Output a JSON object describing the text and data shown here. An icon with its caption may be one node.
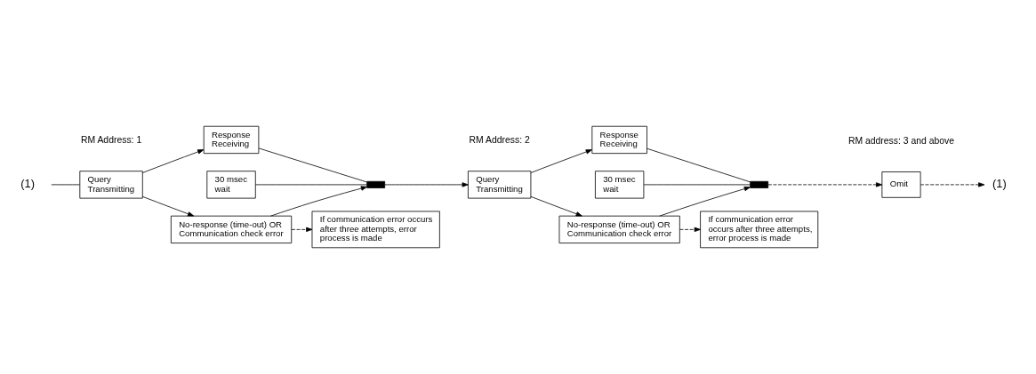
{
  "diagram": {
    "nodes": [
      {
        "text": [
          "(1)"
        ]
      },
      {
        "text": [
          "Query Transmitting"
        ]
      },
      {
        "text": [
          "Response Receiving"
        ]
      },
      {
        "text": [
          "No-response (time-out) OR Communication check error"
        ]
      },
      {
        "text": [
          "30 msec wait"
        ]
      },
      {
        "text": [],
        "shape": "bar"
      },
      {
        "text": [
          "If communication error occurs after three attempts, error process is made"
        ]
      },
      {
        "text": [
          "Query Transmitting"
        ]
      },
      {
        "text": [
          "Response Receiving"
        ]
      },
      {
        "text": [
          "No-response (time-out) OR Communication check error"
        ]
      },
      {
        "text": [
          "30 msec wait"
        ]
      },
      {
        "text": [],
        "shape": "bar"
      },
      {
        "text": [
          "If communication error occurs after three attempts, error process is made"
        ]
      },
      {
        "text": [
          "Omit"
        ]
      },
      {
        "text": [
          "(1)"
        ]
      }
    ],
    "edges": [
      {
        "from": 0,
        "to": 1,
        "arrow": "none"
      },
      {
        "from": 1,
        "to": 2,
        "arrow": "to"
      },
      {
        "from": 1,
        "to": 3,
        "arrow": "to"
      },
      {
        "from": 2,
        "to": 5,
        "arrow": "none"
      },
      {
        "from": 3,
        "to": 5,
        "arrow": "to"
      },
      {
        "from": 4,
        "to": 5,
        "arrow": "none"
      },
      {
        "from": 3,
        "to": 6,
        "arrow": "to",
        "style": "dashed"
      },
      {
        "from": 5,
        "to": 7,
        "arrow": "to"
      },
      {
        "from": 7,
        "to": 8,
        "arrow": "to"
      },
      {
        "from": 7,
        "to": 9,
        "arrow": "to"
      },
      {
        "from": 8,
        "to": 11,
        "arrow": "none"
      },
      {
        "from": 9,
        "to": 11,
        "arrow": "to"
      },
      {
        "from": 10,
        "to": 11,
        "arrow": "none"
      },
      {
        "from": 9,
        "to": 12,
        "arrow": "to",
        "style": "dashed"
      },
      {
        "from": 11,
        "to": 13,
        "arrow": "to",
        "style": "dashed"
      },
      {
        "from": 13,
        "to": 14,
        "arrow": "to",
        "style": "dashed"
      }
    ],
    "labels": [
      "RM Address: 1",
      "RM Address: 2",
      "RM address: 3 and above"
    ]
  }
}
